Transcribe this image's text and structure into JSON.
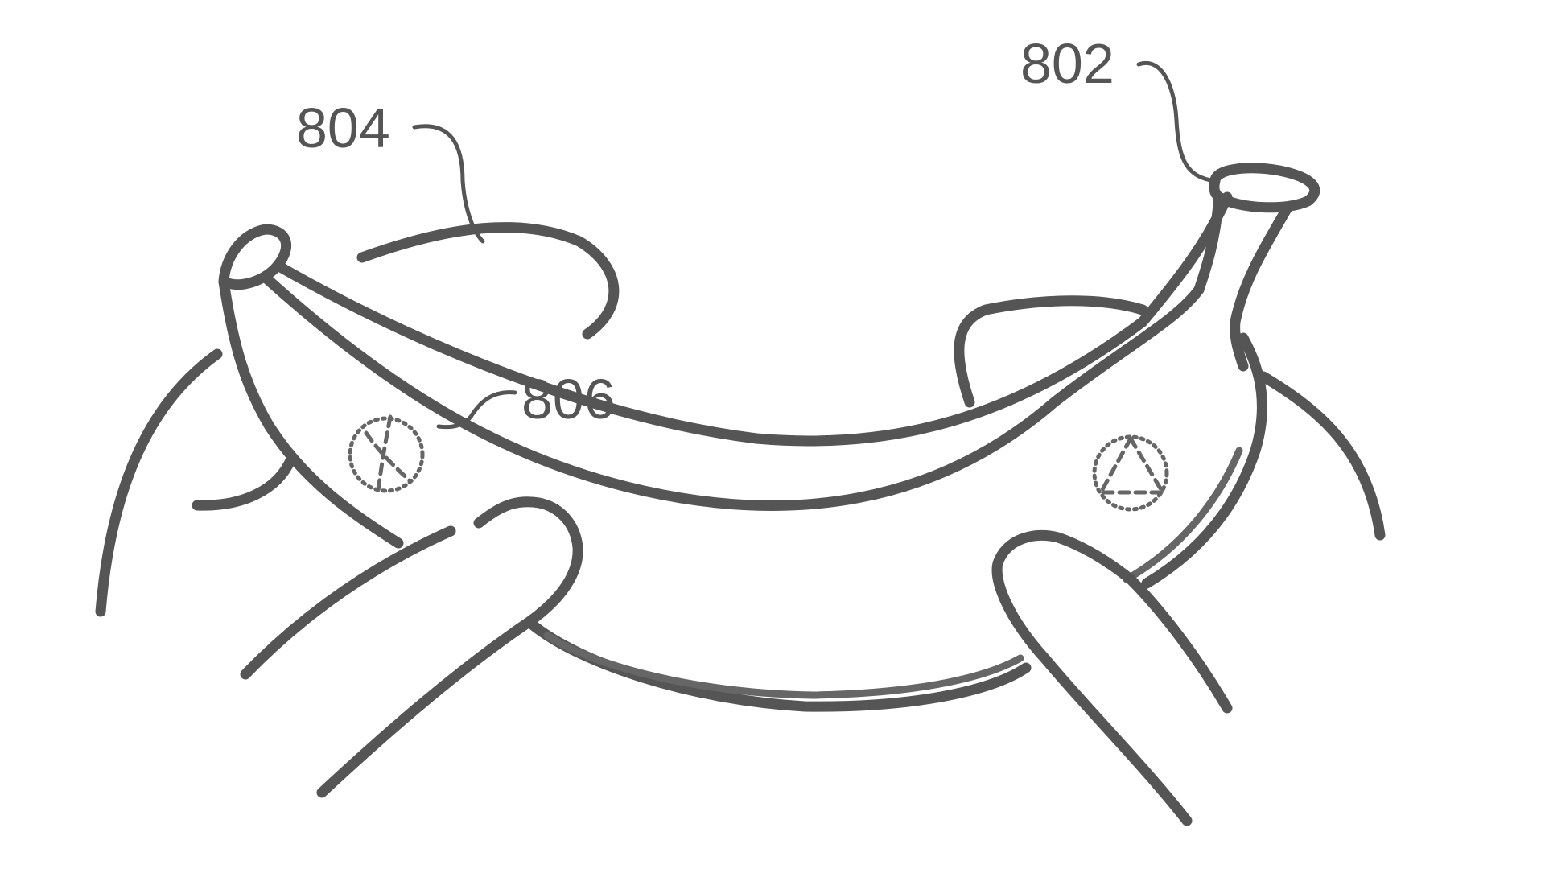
{
  "reference_labels": {
    "stem_end": "802",
    "tip_end": "804",
    "touch_marker": "806"
  },
  "icons": {
    "left_marker": "x-mark-dotted-circle-icon",
    "right_marker": "triangle-dotted-circle-icon"
  },
  "colors": {
    "line": "#555555",
    "background": "#ffffff"
  }
}
